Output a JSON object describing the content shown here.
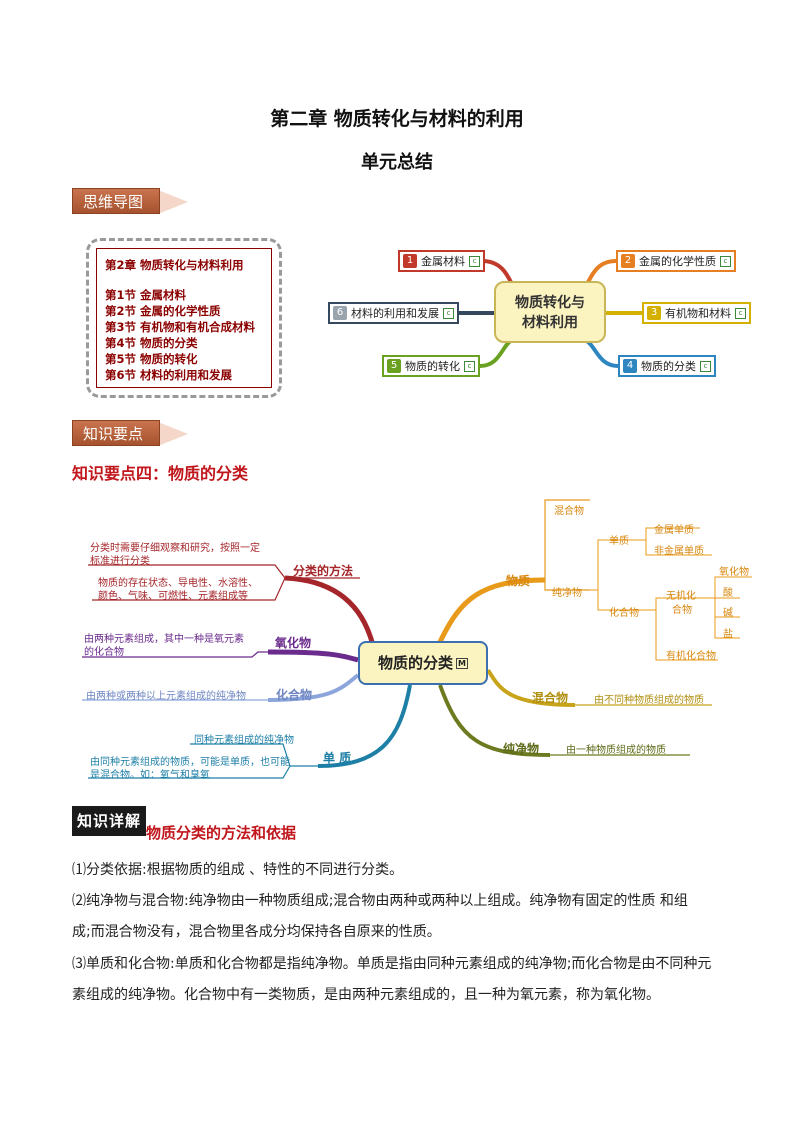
{
  "header": {
    "chapter_title": "第二章  物质转化与材料的利用",
    "subtitle": "单元总结"
  },
  "banners": {
    "mindmap": "思维导图",
    "key_points": "知识要点"
  },
  "outline": {
    "lines": [
      "第2章   物质转化与材料利用",
      "",
      "第1节   金属材料",
      "第2节   金属的化学性质",
      "第3节   有机物和有机合成材料",
      "第4节   物质的分类",
      "第5节   物质的转化",
      "第6节   材料的利用和发展"
    ]
  },
  "mindmap1": {
    "center": [
      "物质转化与",
      "材料利用"
    ],
    "nodes": [
      {
        "num": "1",
        "label": "金属材料",
        "color": "#c0392b"
      },
      {
        "num": "2",
        "label": "金属的化学性质",
        "color": "#e67e22"
      },
      {
        "num": "3",
        "label": "有机物和材料",
        "color": "#d4b000"
      },
      {
        "num": "4",
        "label": "物质的分类",
        "color": "#2e86c1"
      },
      {
        "num": "5",
        "label": "物质的转化",
        "color": "#6aa121"
      },
      {
        "num": "6",
        "label": "材料的利用和发展",
        "color": "#34495e"
      }
    ]
  },
  "key_point_title": "知识要点四：物质的分类",
  "mindmap2": {
    "center": "物质的分类",
    "center_marker": "M",
    "left": {
      "method": {
        "label": "分类的方法",
        "notes": [
          "分类时需要仔细观察和研究，按照一定",
          "标准进行分类",
          "物质的存在状态、导电性、水溶性、",
          "颜色、气味、可燃性、元素组成等"
        ]
      },
      "oxide": {
        "label": "氧化物",
        "notes": [
          "由两种元素组成，其中一种是氧元素",
          "的化合物"
        ]
      },
      "compound": {
        "label": "化合物",
        "notes": [
          "由两种或两种以上元素组成的纯净物"
        ]
      },
      "element": {
        "label": "单 质",
        "notes": [
          "同种元素组成的纯净物",
          "由同种元素组成的物质，可能是单质，也可能",
          "是混合物。如：氧气和臭氧"
        ]
      }
    },
    "right": {
      "matter": "物质",
      "mixture_small": "混合物",
      "pure_small": "纯净物",
      "simple": "单质",
      "metal": "金属单质",
      "nonmetal": "非金属单质",
      "compound_small": "化合物",
      "inorganic": [
        "无机化",
        "合物"
      ],
      "inorganic_items": [
        "氧化物",
        "酸",
        "碱",
        "盐"
      ],
      "organic": "有机化合物",
      "mixture": "混合物",
      "mixture_note": "由不同种物质组成的物质",
      "pure": "纯净物",
      "pure_note": "由一种物质组成的物质"
    }
  },
  "detail": {
    "badge": "知识详解",
    "title": "物质分类的方法和依据",
    "paragraphs": [
      "⑴分类依据:根据物质的组成 、特性的不同进行分类。",
      "⑵纯净物与混合物:纯净物由一种物质组成;混合物由两种或两种以上组成。纯净物有固定的性质     和组",
      "成;而混合物没有，混合物里各成分均保持各自原来的性质。",
      "⑶单质和化合物:单质和化合物都是指纯净物。单质是指由同种元素组成的纯净物;而化合物是由不同种元",
      "素组成的纯净物。化合物中有一类物质，是由两种元素组成的，且一种为氧元素，称为氧化物。"
    ]
  }
}
